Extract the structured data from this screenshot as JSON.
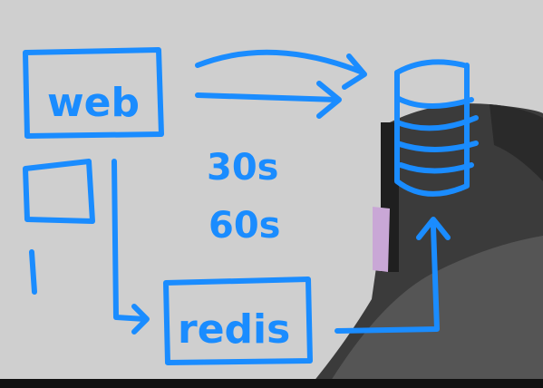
{
  "diagram": {
    "nodes": {
      "web": "web",
      "redis": "redis"
    },
    "annotations": {
      "line1": "30s",
      "line2": "60s"
    },
    "ink_color": "#1a8cff",
    "icons": [
      "database-icon"
    ]
  }
}
